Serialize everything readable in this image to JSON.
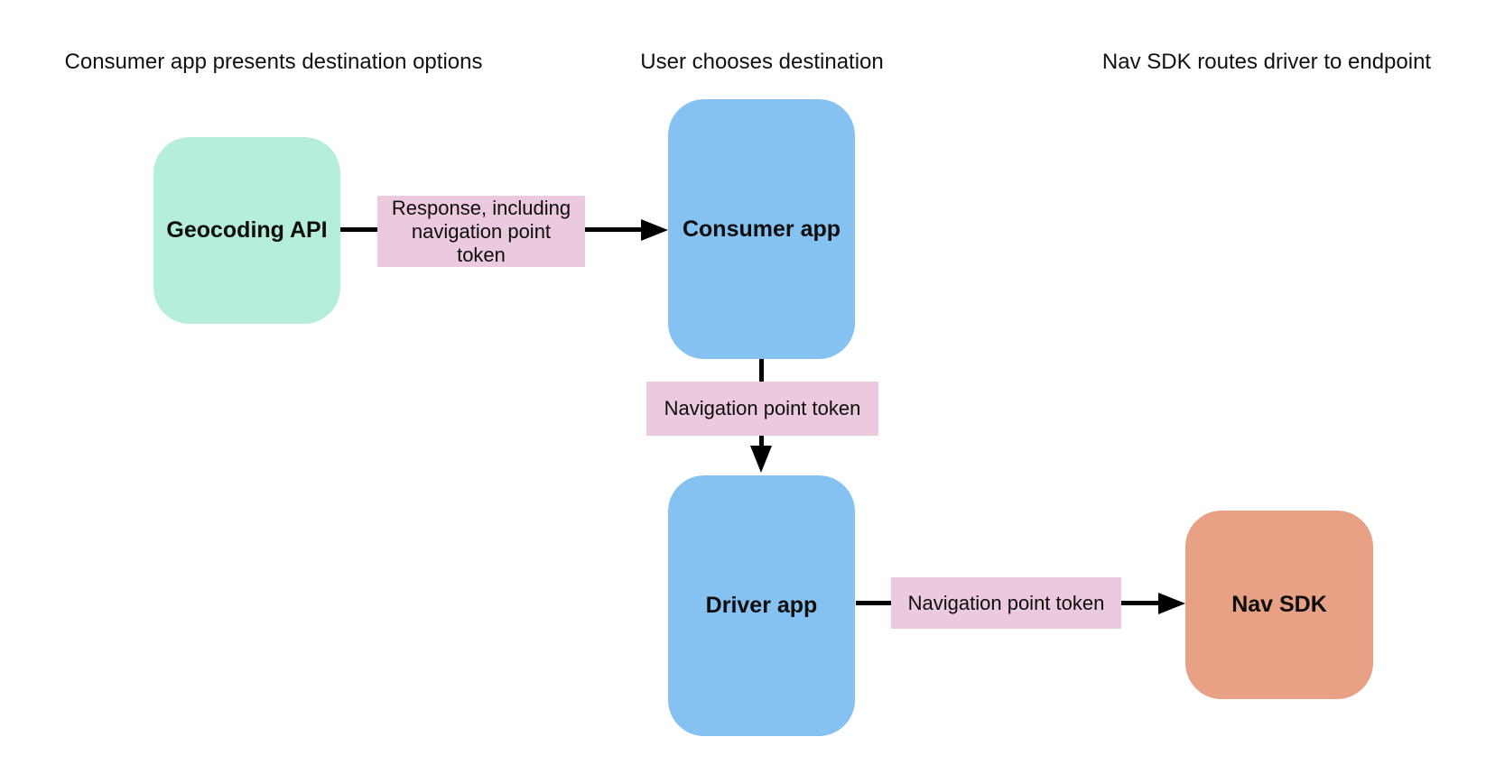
{
  "diagram": {
    "headers": [
      {
        "text": "Consumer app presents destination options"
      },
      {
        "text": "User chooses destination"
      },
      {
        "text": "Nav SDK routes driver to endpoint"
      }
    ],
    "nodes": {
      "geocoding_api": {
        "label": "Geocoding API"
      },
      "consumer_app": {
        "label": "Consumer app"
      },
      "driver_app": {
        "label": "Driver app"
      },
      "nav_sdk": {
        "label": "Nav SDK"
      }
    },
    "edges": {
      "geocoding_to_consumer": {
        "label": "Response, including\nnavigation point\ntoken"
      },
      "consumer_to_driver": {
        "label": "Navigation point token"
      },
      "driver_to_navsdk": {
        "label": "Navigation point token"
      }
    }
  },
  "colors": {
    "node_green": "#B5EFD9",
    "node_blue": "#85C2F1",
    "node_orange": "#E8A184",
    "edge_label_pink": "#EBC9DE",
    "arrow_black": "#000000",
    "background": "#FFFFFF"
  }
}
